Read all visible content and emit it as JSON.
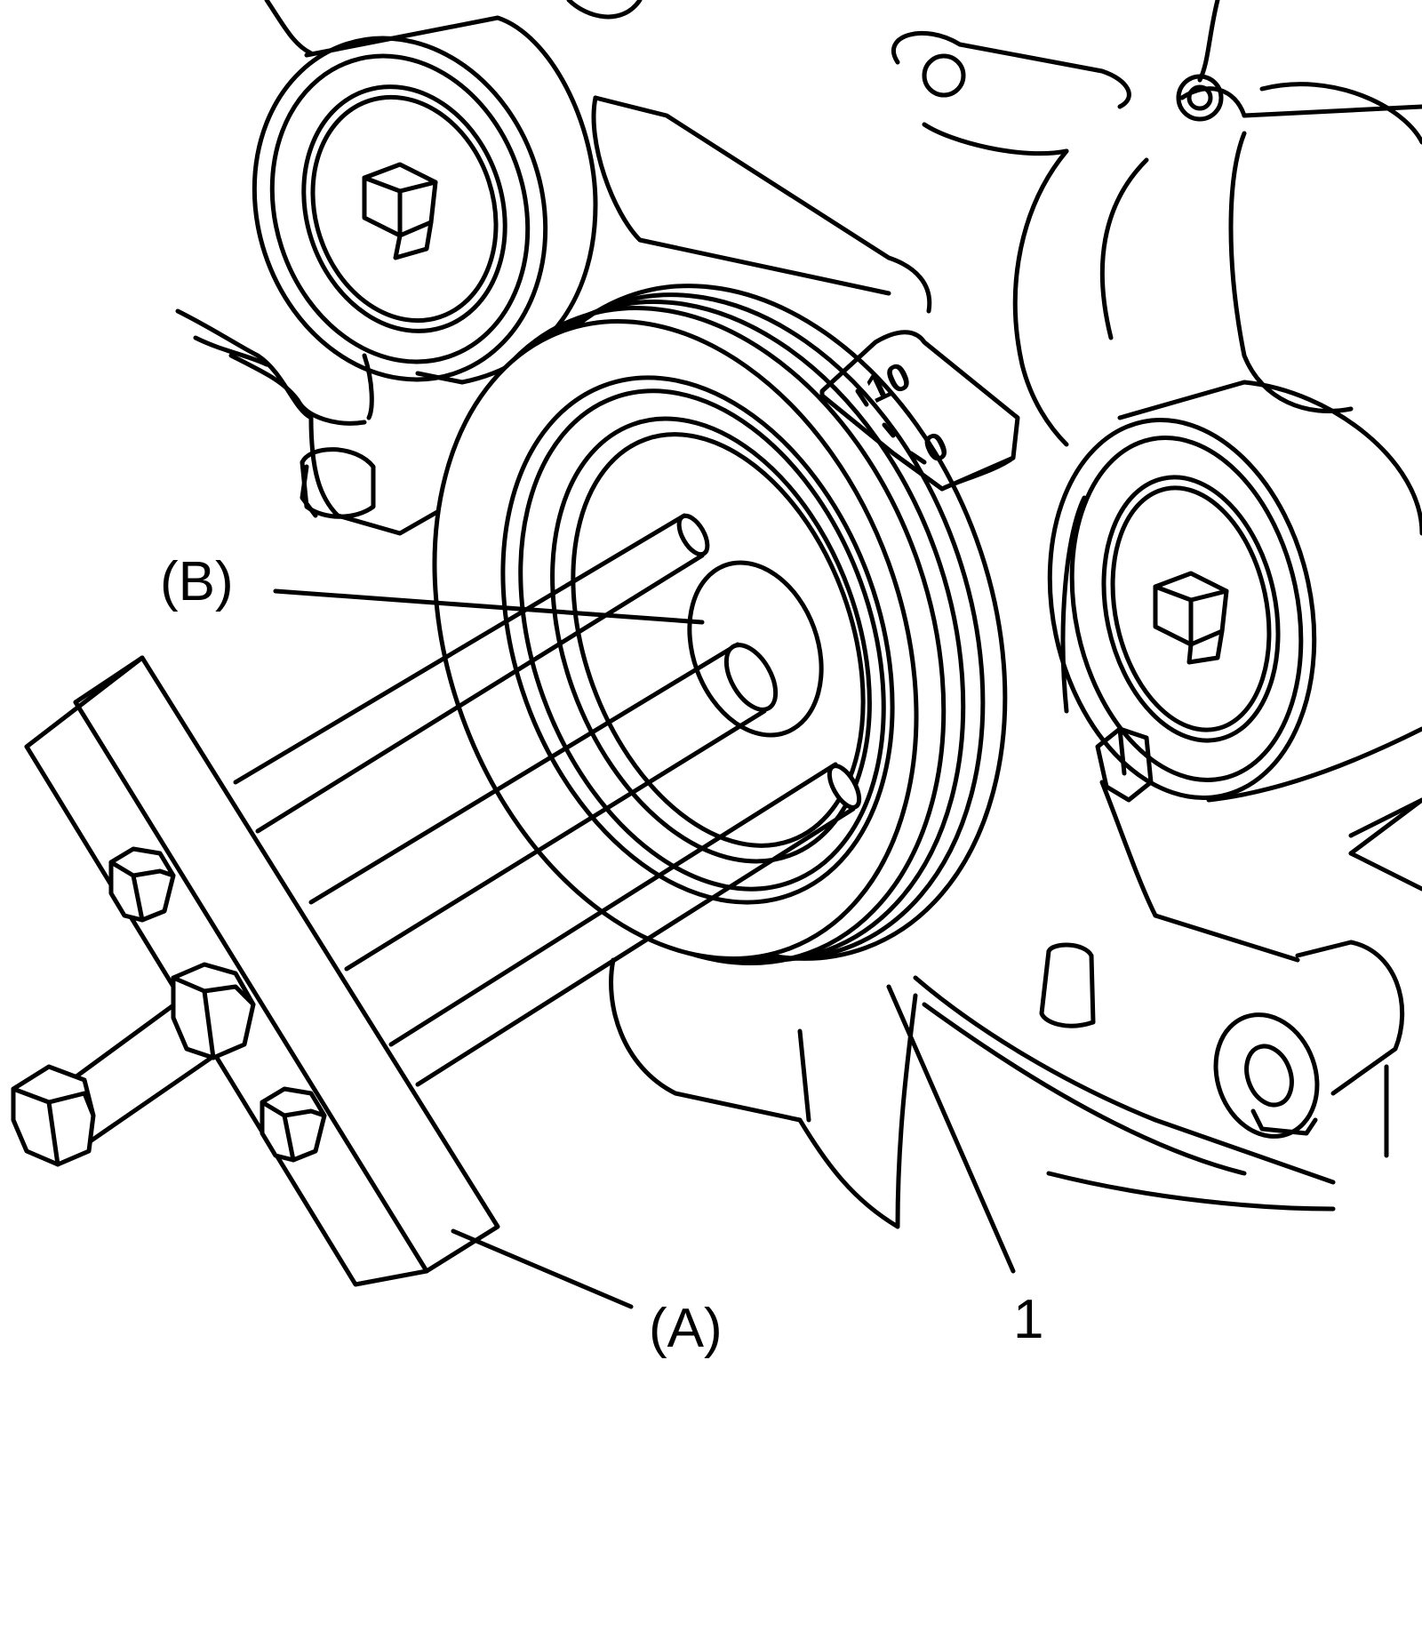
{
  "callouts": {
    "b": "(B)",
    "a": "(A)",
    "one": "1"
  },
  "timing_scale": {
    "mark_ten": "10",
    "mark_zero": "0"
  },
  "colors": {
    "line": "#000000",
    "background": "#ffffff"
  }
}
